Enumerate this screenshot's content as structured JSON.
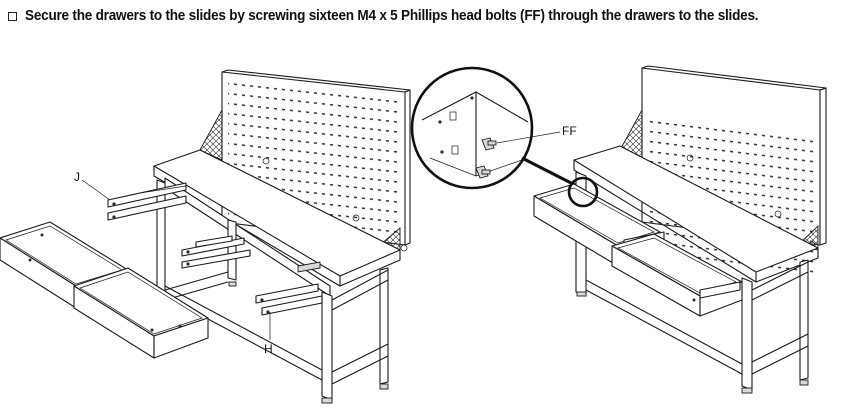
{
  "instruction": {
    "text": "Secure the drawers to  the slides by screwing sixteen M4 x 5 Phillips head bolts (FF) through the drawers to the slides."
  },
  "callouts": {
    "j": "J",
    "h": "H",
    "ff": "FF"
  }
}
